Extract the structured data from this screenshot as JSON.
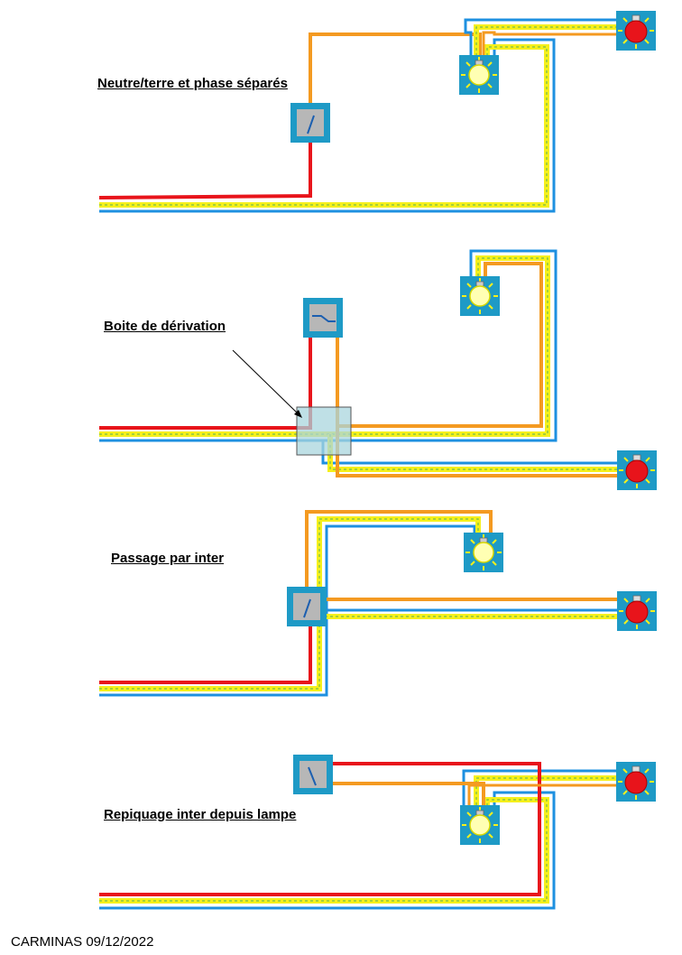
{
  "diagram": {
    "labels": [
      "Neutre/terre et phase séparés",
      "Boite de dérivation",
      "Passage par inter",
      "Repiquage inter depuis lampe"
    ],
    "credit": "CARMINAS 09/12/2022"
  },
  "colors": {
    "phase": "#e8141b",
    "return": "#f49a21",
    "neutral": "#1e90e0",
    "earth_yellow": "#f5f01c",
    "earth_green": "#8cc63f",
    "box": "#1e9ac6",
    "switch_face": "#b7b7b7",
    "bulb_on": "#ffffb3",
    "bulb_red": "#e8141b",
    "junction_box": "#a9d6dd"
  }
}
